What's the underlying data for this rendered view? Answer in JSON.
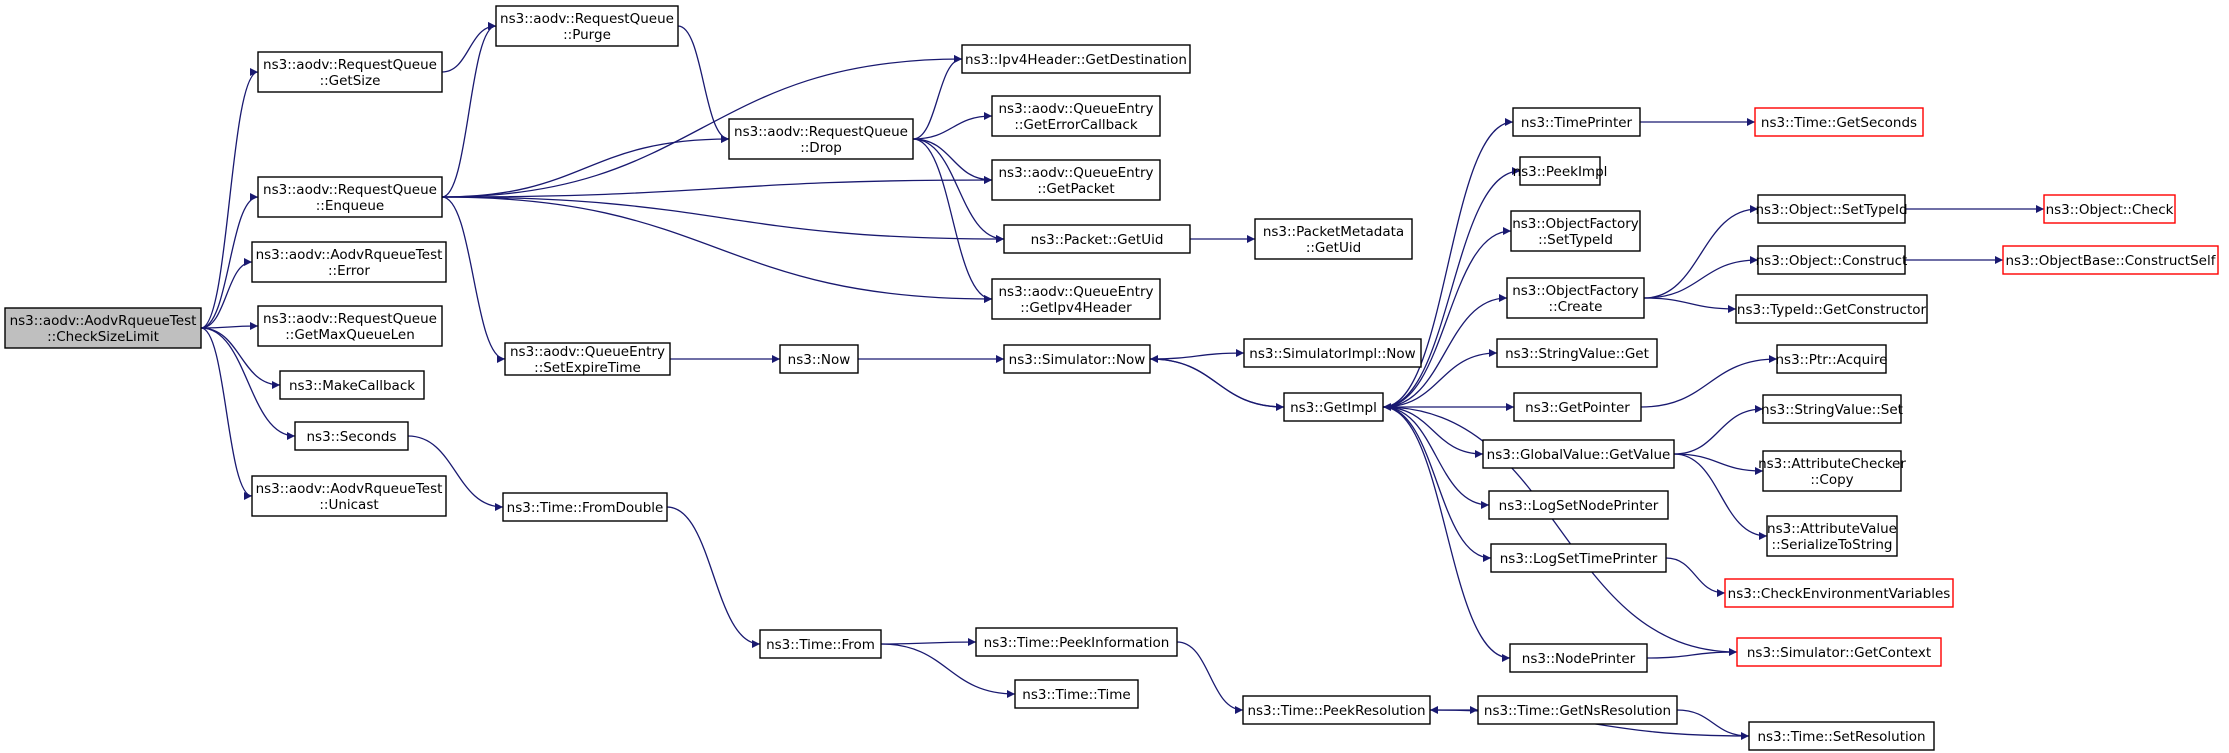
{
  "colors": {
    "edge": "#191970",
    "node_border": "#000000",
    "truncated_border": "#ff0000",
    "root_fill": "#bfbfbf",
    "node_fill": "#ffffff",
    "text": "#000000"
  },
  "nodes": [
    {
      "id": "root",
      "lines": [
        "ns3::aodv::AodvRqueueTest",
        "::CheckSizeLimit"
      ],
      "style": "root"
    },
    {
      "id": "rq_getsize",
      "lines": [
        "ns3::aodv::RequestQueue",
        "::GetSize"
      ],
      "style": "normal"
    },
    {
      "id": "rq_purge",
      "lines": [
        "ns3::aodv::RequestQueue",
        "::Purge"
      ],
      "style": "normal"
    },
    {
      "id": "rq_enqueue",
      "lines": [
        "ns3::aodv::RequestQueue",
        "::Enqueue"
      ],
      "style": "normal"
    },
    {
      "id": "test_error",
      "lines": [
        "ns3::aodv::AodvRqueueTest",
        "::Error"
      ],
      "style": "normal"
    },
    {
      "id": "rq_getmax",
      "lines": [
        "ns3::aodv::RequestQueue",
        "::GetMaxQueueLen"
      ],
      "style": "normal"
    },
    {
      "id": "makecallback",
      "lines": [
        "ns3::MakeCallback"
      ],
      "style": "normal"
    },
    {
      "id": "seconds",
      "lines": [
        "ns3::Seconds"
      ],
      "style": "normal"
    },
    {
      "id": "test_unicast",
      "lines": [
        "ns3::aodv::AodvRqueueTest",
        "::Unicast"
      ],
      "style": "normal"
    },
    {
      "id": "ipv4_getdest",
      "lines": [
        "ns3::Ipv4Header::GetDestination"
      ],
      "style": "normal"
    },
    {
      "id": "rq_drop",
      "lines": [
        "ns3::aodv::RequestQueue",
        "::Drop"
      ],
      "style": "normal"
    },
    {
      "id": "qe_geterrcb",
      "lines": [
        "ns3::aodv::QueueEntry",
        "::GetErrorCallback"
      ],
      "style": "normal"
    },
    {
      "id": "qe_getpacket",
      "lines": [
        "ns3::aodv::QueueEntry",
        "::GetPacket"
      ],
      "style": "normal"
    },
    {
      "id": "packet_getuid",
      "lines": [
        "ns3::Packet::GetUid"
      ],
      "style": "normal"
    },
    {
      "id": "qe_getipv4",
      "lines": [
        "ns3::aodv::QueueEntry",
        "::GetIpv4Header"
      ],
      "style": "normal"
    },
    {
      "id": "pm_getuid",
      "lines": [
        "ns3::PacketMetadata",
        "::GetUid"
      ],
      "style": "normal"
    },
    {
      "id": "qe_setexpire",
      "lines": [
        "ns3::aodv::QueueEntry",
        "::SetExpireTime"
      ],
      "style": "normal"
    },
    {
      "id": "now",
      "lines": [
        "ns3::Now"
      ],
      "style": "normal"
    },
    {
      "id": "sim_now",
      "lines": [
        "ns3::Simulator::Now"
      ],
      "style": "normal"
    },
    {
      "id": "simimpl_now",
      "lines": [
        "ns3::SimulatorImpl::Now"
      ],
      "style": "normal"
    },
    {
      "id": "getimpl",
      "lines": [
        "ns3::GetImpl"
      ],
      "style": "normal"
    },
    {
      "id": "timeprinter",
      "lines": [
        "ns3::TimePrinter"
      ],
      "style": "normal"
    },
    {
      "id": "time_getseconds",
      "lines": [
        "ns3::Time::GetSeconds"
      ],
      "style": "truncated"
    },
    {
      "id": "peekimpl",
      "lines": [
        "ns3::PeekImpl"
      ],
      "style": "normal"
    },
    {
      "id": "of_settypeid",
      "lines": [
        "ns3::ObjectFactory",
        "::SetTypeId"
      ],
      "style": "normal"
    },
    {
      "id": "of_create",
      "lines": [
        "ns3::ObjectFactory",
        "::Create"
      ],
      "style": "normal"
    },
    {
      "id": "obj_settypeid",
      "lines": [
        "ns3::Object::SetTypeId"
      ],
      "style": "normal"
    },
    {
      "id": "obj_check",
      "lines": [
        "ns3::Object::Check"
      ],
      "style": "truncated"
    },
    {
      "id": "obj_construct",
      "lines": [
        "ns3::Object::Construct"
      ],
      "style": "normal"
    },
    {
      "id": "objbase_constructself",
      "lines": [
        "ns3::ObjectBase::ConstructSelf"
      ],
      "style": "truncated"
    },
    {
      "id": "typeid_getctor",
      "lines": [
        "ns3::TypeId::GetConstructor"
      ],
      "style": "normal"
    },
    {
      "id": "stringvalue_get",
      "lines": [
        "ns3::StringValue::Get"
      ],
      "style": "normal"
    },
    {
      "id": "getpointer",
      "lines": [
        "ns3::GetPointer"
      ],
      "style": "normal"
    },
    {
      "id": "ptr_acquire",
      "lines": [
        "ns3::Ptr::Acquire"
      ],
      "style": "normal"
    },
    {
      "id": "globalvalue_getvalue",
      "lines": [
        "ns3::GlobalValue::GetValue"
      ],
      "style": "normal"
    },
    {
      "id": "stringvalue_set",
      "lines": [
        "ns3::StringValue::Set"
      ],
      "style": "normal"
    },
    {
      "id": "attrchecker_copy",
      "lines": [
        "ns3::AttributeChecker",
        "::Copy"
      ],
      "style": "normal"
    },
    {
      "id": "attrvalue_serialize",
      "lines": [
        "ns3::AttributeValue",
        "::SerializeToString"
      ],
      "style": "normal"
    },
    {
      "id": "logsetnodeprinter",
      "lines": [
        "ns3::LogSetNodePrinter"
      ],
      "style": "normal"
    },
    {
      "id": "logsettimeprinter",
      "lines": [
        "ns3::LogSetTimePrinter"
      ],
      "style": "normal"
    },
    {
      "id": "checkenv",
      "lines": [
        "ns3::CheckEnvironmentVariables"
      ],
      "style": "truncated"
    },
    {
      "id": "nodeprinter",
      "lines": [
        "ns3::NodePrinter"
      ],
      "style": "normal"
    },
    {
      "id": "sim_getcontext",
      "lines": [
        "ns3::Simulator::GetContext"
      ],
      "style": "truncated"
    },
    {
      "id": "time_fromdouble",
      "lines": [
        "ns3::Time::FromDouble"
      ],
      "style": "normal"
    },
    {
      "id": "time_from",
      "lines": [
        "ns3::Time::From"
      ],
      "style": "normal"
    },
    {
      "id": "time_peekinfo",
      "lines": [
        "ns3::Time::PeekInformation"
      ],
      "style": "normal"
    },
    {
      "id": "time_time",
      "lines": [
        "ns3::Time::Time"
      ],
      "style": "normal"
    },
    {
      "id": "time_peekres",
      "lines": [
        "ns3::Time::PeekResolution"
      ],
      "style": "normal"
    },
    {
      "id": "time_getnsres",
      "lines": [
        "ns3::Time::GetNsResolution"
      ],
      "style": "normal"
    },
    {
      "id": "time_setres",
      "lines": [
        "ns3::Time::SetResolution"
      ],
      "style": "normal"
    }
  ],
  "edges": [
    [
      "root",
      "rq_getsize"
    ],
    [
      "root",
      "rq_enqueue"
    ],
    [
      "root",
      "test_error"
    ],
    [
      "root",
      "rq_getmax"
    ],
    [
      "root",
      "makecallback"
    ],
    [
      "root",
      "seconds"
    ],
    [
      "root",
      "test_unicast"
    ],
    [
      "rq_getsize",
      "rq_purge"
    ],
    [
      "rq_enqueue",
      "rq_purge"
    ],
    [
      "rq_enqueue",
      "ipv4_getdest"
    ],
    [
      "rq_enqueue",
      "rq_drop"
    ],
    [
      "rq_enqueue",
      "qe_getpacket"
    ],
    [
      "rq_enqueue",
      "packet_getuid"
    ],
    [
      "rq_enqueue",
      "qe_getipv4"
    ],
    [
      "rq_enqueue",
      "qe_setexpire"
    ],
    [
      "rq_purge",
      "rq_drop"
    ],
    [
      "rq_drop",
      "ipv4_getdest"
    ],
    [
      "rq_drop",
      "qe_geterrcb"
    ],
    [
      "rq_drop",
      "qe_getpacket"
    ],
    [
      "rq_drop",
      "packet_getuid"
    ],
    [
      "rq_drop",
      "qe_getipv4"
    ],
    [
      "packet_getuid",
      "pm_getuid"
    ],
    [
      "qe_setexpire",
      "now"
    ],
    [
      "now",
      "sim_now"
    ],
    [
      "sim_now",
      "simimpl_now"
    ],
    [
      "sim_now",
      "getimpl"
    ],
    [
      "getimpl",
      "sim_now"
    ],
    [
      "getimpl",
      "timeprinter"
    ],
    [
      "getimpl",
      "peekimpl"
    ],
    [
      "getimpl",
      "of_settypeid"
    ],
    [
      "getimpl",
      "of_create"
    ],
    [
      "getimpl",
      "stringvalue_get"
    ],
    [
      "getimpl",
      "getpointer"
    ],
    [
      "getimpl",
      "globalvalue_getvalue"
    ],
    [
      "getimpl",
      "logsetnodeprinter"
    ],
    [
      "getimpl",
      "logsettimeprinter"
    ],
    [
      "getimpl",
      "nodeprinter"
    ],
    [
      "timeprinter",
      "time_getseconds"
    ],
    [
      "of_create",
      "obj_settypeid"
    ],
    [
      "of_create",
      "obj_construct"
    ],
    [
      "of_create",
      "typeid_getctor"
    ],
    [
      "obj_settypeid",
      "obj_check"
    ],
    [
      "obj_construct",
      "objbase_constructself"
    ],
    [
      "getpointer",
      "ptr_acquire"
    ],
    [
      "globalvalue_getvalue",
      "stringvalue_set"
    ],
    [
      "globalvalue_getvalue",
      "attrchecker_copy"
    ],
    [
      "globalvalue_getvalue",
      "attrvalue_serialize"
    ],
    [
      "logsettimeprinter",
      "checkenv"
    ],
    [
      "nodeprinter",
      "sim_getcontext"
    ],
    [
      "sim_getcontext",
      "getimpl"
    ],
    [
      "seconds",
      "time_fromdouble"
    ],
    [
      "time_fromdouble",
      "time_from"
    ],
    [
      "time_from",
      "time_peekinfo"
    ],
    [
      "time_from",
      "time_time"
    ],
    [
      "time_peekinfo",
      "time_peekres"
    ],
    [
      "time_peekres",
      "time_getnsres"
    ],
    [
      "time_getnsres",
      "time_setres"
    ],
    [
      "time_setres",
      "time_peekres"
    ]
  ]
}
